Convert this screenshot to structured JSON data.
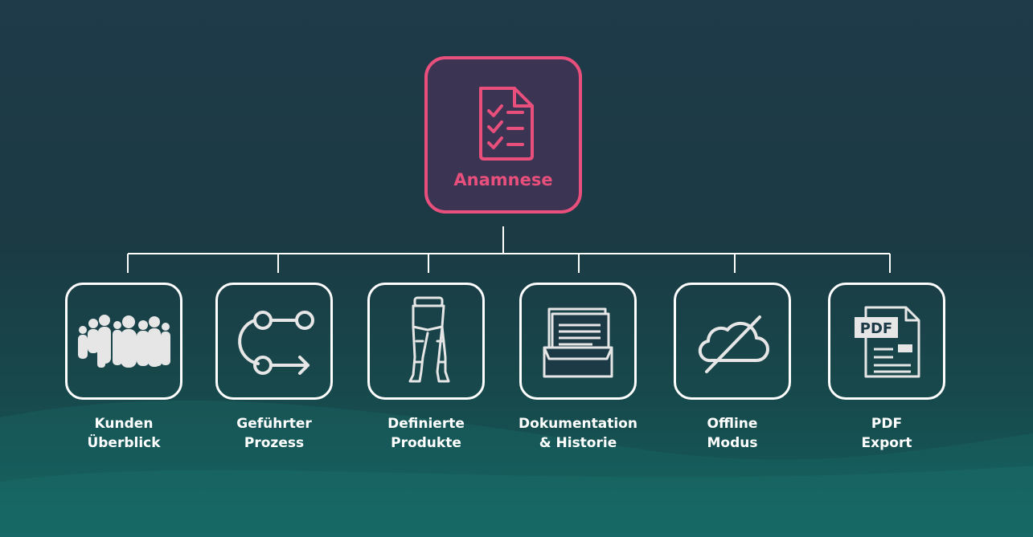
{
  "diagram": {
    "root": {
      "label": "Anamnese",
      "icon": "checklist-document-icon",
      "accent_color": "#e84f7c"
    },
    "children": [
      {
        "line1": "Kunden",
        "line2": "Überblick",
        "icon": "people-group-icon"
      },
      {
        "line1": "Geführter",
        "line2": "Prozess",
        "icon": "process-flow-icon"
      },
      {
        "line1": "Definierte",
        "line2": "Produkte",
        "icon": "compression-stocking-icon"
      },
      {
        "line1": "Dokumentation",
        "line2": "& Historie",
        "icon": "file-box-icon"
      },
      {
        "line1": "Offline",
        "line2": "Modus",
        "icon": "cloud-off-icon"
      },
      {
        "line1": "PDF",
        "line2": "Export",
        "icon": "pdf-document-icon"
      }
    ],
    "pdf_icon_text": "PDF",
    "colors": {
      "outline": "#ffffff",
      "root_fill": "#3b3452",
      "icon_color": "#e6e6e6"
    }
  }
}
